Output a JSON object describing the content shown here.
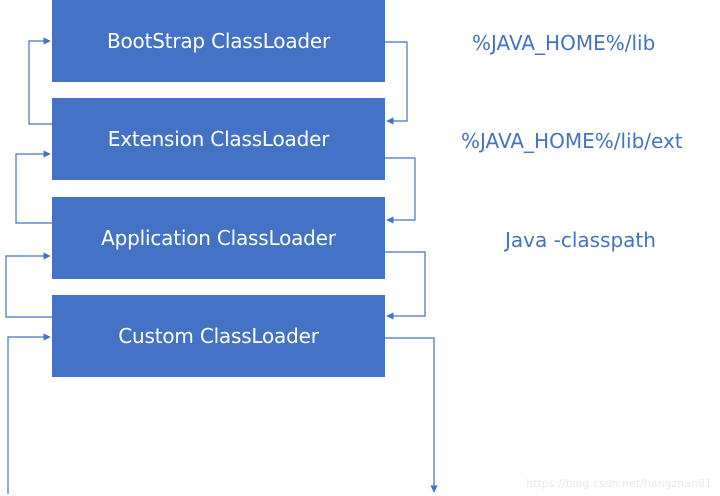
{
  "diagram": {
    "loaders": [
      {
        "name": "BootStrap ClassLoader",
        "path": "%JAVA_HOME%/lib"
      },
      {
        "name": "Extension ClassLoader",
        "path": "%JAVA_HOME%/lib/ext"
      },
      {
        "name": "Application ClassLoader",
        "path": "Java -classpath"
      },
      {
        "name": "Custom ClassLoader",
        "path": ""
      }
    ],
    "watermark": "https://blog.csdn.net/hangzhan81"
  },
  "colors": {
    "box_fill": "#4472C4",
    "box_text": "#ffffff",
    "arrow": "#4472C4",
    "path_text": "#4472C4"
  }
}
